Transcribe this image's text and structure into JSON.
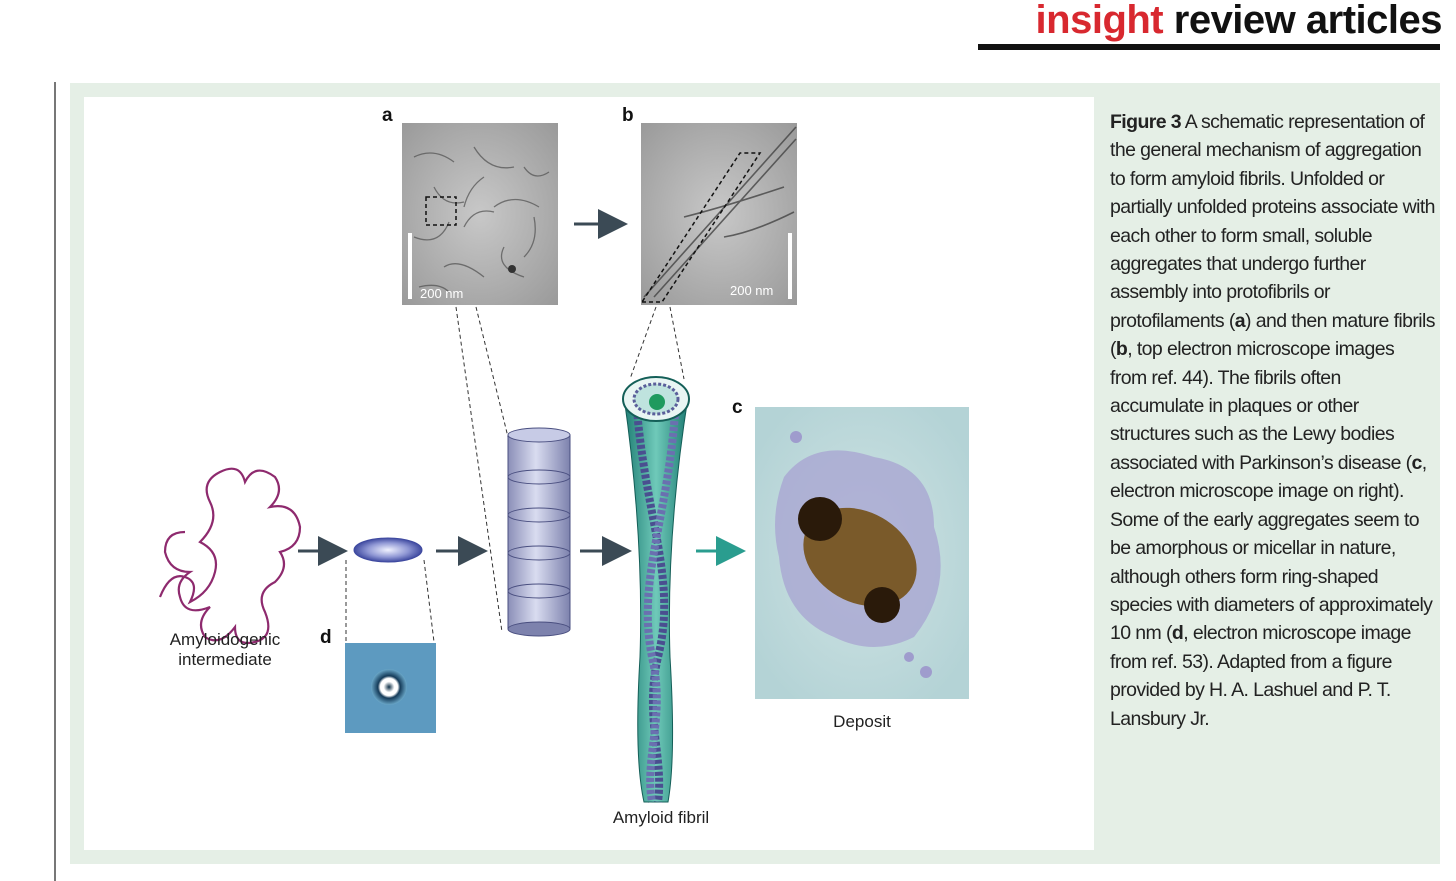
{
  "header": {
    "word1": "insight",
    "word2": "review articles"
  },
  "figure": {
    "panel_labels": {
      "a": "a",
      "b": "b",
      "c": "c",
      "d": "d"
    },
    "scale_a": "200 nm",
    "scale_b": "200 nm",
    "label_intermediate_line1": "Amyloidogenic",
    "label_intermediate_line2": "intermediate",
    "label_fibril": "Amyloid fibril",
    "label_deposit": "Deposit"
  },
  "caption": {
    "figure_number": "Figure 3",
    "part1": " A schematic representation of the general mechanism of aggregation to form amyloid fibrils. Unfolded or partially unfolded proteins associate with each other to form small, soluble aggregates that undergo further assembly into protofibrils or protofilaments (",
    "ref_a": "a",
    "part2": ") and then mature fibrils (",
    "ref_b": "b",
    "part3": ", top electron microscope images from ref. 44). The fibrils often accumulate in plaques or other structures such as the Lewy bodies associated with Parkinson’s disease (",
    "ref_c": "c",
    "part4": ", electron microscope image on right). Some of the early aggregates seem to be amorphous or micellar in nature, although others form ring-shaped species with diameters of approximately 10 nm (",
    "ref_d": "d",
    "part5": ", electron microscope image from ref. 53). Adapted from a figure provided by H. A. Lashuel and P. T. Lansbury Jr."
  },
  "colors": {
    "accent_red": "#d8282f",
    "panel_bg": "#e5efe6",
    "teal": "#2a9d8f",
    "protein": "#8e2a6e",
    "arrow": "#3b4a55"
  }
}
